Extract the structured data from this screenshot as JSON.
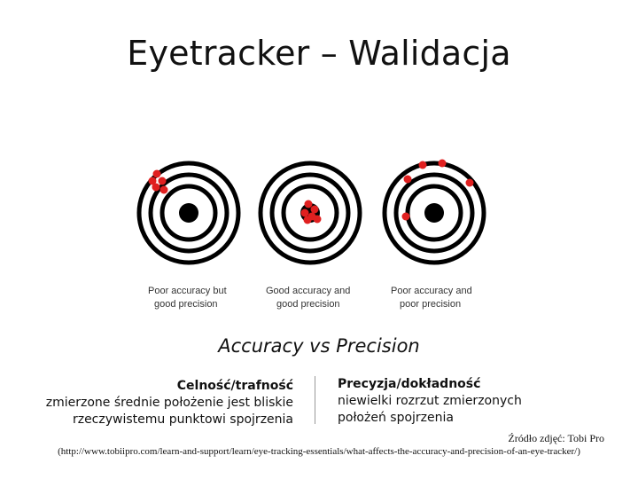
{
  "slide": {
    "title": "Eyetracker – Walidacja",
    "subtitle": "Accuracy vs Precision"
  },
  "figure": {
    "captions": [
      [
        "Poor accuracy but",
        "good precision"
      ],
      [
        "Good accuracy and",
        "good precision"
      ],
      [
        "Poor accuracy and",
        "poor precision"
      ]
    ],
    "colors": {
      "ring": "#000000",
      "bullseye": "#000000",
      "dot": "#e02020"
    }
  },
  "left_column": {
    "heading": "Celność/trafność",
    "line1": "zmierzone średnie położenie jest bliskie",
    "line2": "rzeczywistemu punktowi spojrzenia"
  },
  "right_column": {
    "heading": "Precyzja/dokładność",
    "line1": "niewielki rozrzut zmierzonych",
    "line2": "położeń spojrzenia"
  },
  "source": {
    "line1": "Źródło zdjęć: Tobi Pro",
    "line2": "(http://www.tobiipro.com/learn-and-support/learn/eye-tracking-essentials/what-affects-the-accuracy-and-precision-of-an-eye-tracker/)"
  }
}
